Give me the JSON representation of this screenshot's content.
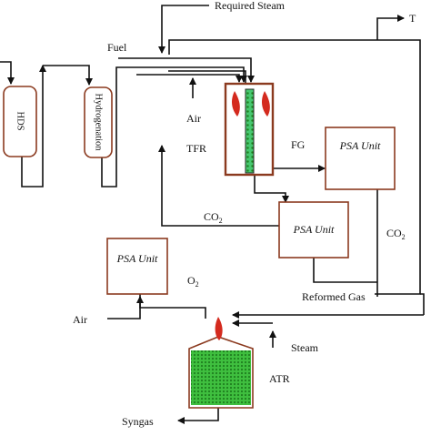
{
  "labels": {
    "required_steam": "Required Steam",
    "fuel": "Fuel",
    "t": "T",
    "air_top": "Air",
    "tfr": "TFR",
    "fg": "FG",
    "co2_left": "CO",
    "co2_left_sub": "2",
    "co2_right": "CO",
    "co2_right_sub": "2",
    "o2": "O",
    "o2_sub": "2",
    "reformed_gas": "Reformed Gas",
    "air_bottom": "Air",
    "steam": "Steam",
    "atr": "ATR",
    "syngas": "Syngas"
  },
  "units": {
    "hds": "HDS",
    "hydrogenation": "Hydrogenation",
    "psa_top": "PSA Unit",
    "psa_middle": "PSA Unit",
    "psa_left": "PSA Unit"
  },
  "colors": {
    "unit_border": "#8b3a1f",
    "flame": "#d42a1e",
    "packing": "#3fbf3f",
    "packing_dark": "#1e7f1e",
    "tube_fill": "#47c870"
  }
}
